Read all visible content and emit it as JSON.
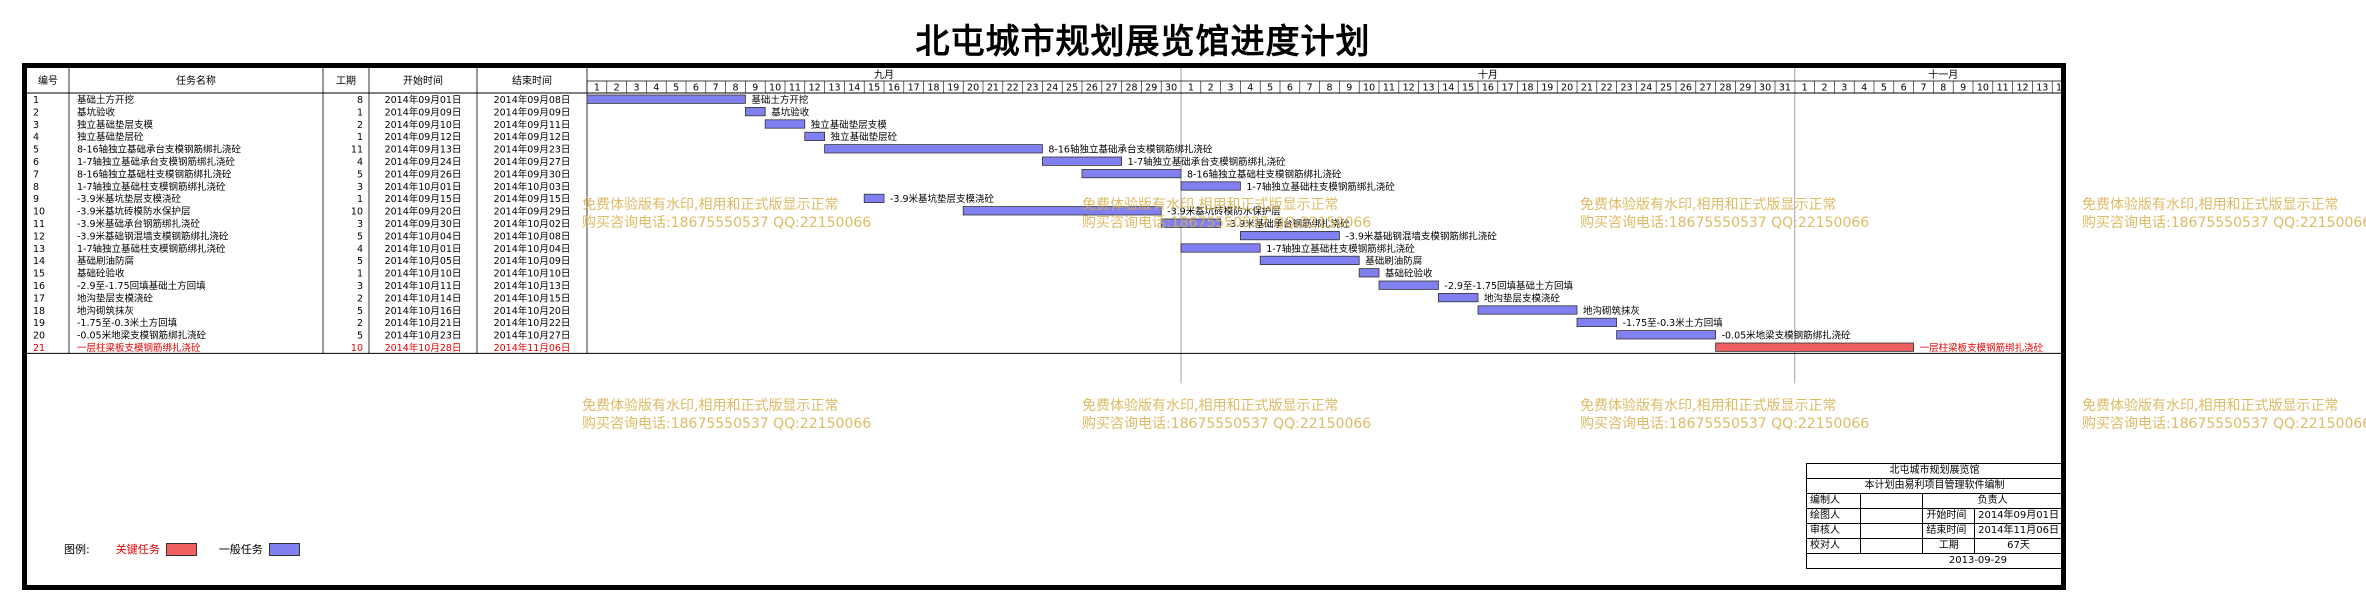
{
  "title": "北屯城市规划展览馆进度计划",
  "table": {
    "headers": [
      "编号",
      "任务名称",
      "工期",
      "开始时间",
      "结束时间"
    ],
    "rows": [
      {
        "id": "1",
        "name": "基础土方开挖",
        "days": "8",
        "start": "2014年09月01日",
        "end": "2014年09月08日",
        "critical": false
      },
      {
        "id": "2",
        "name": "基坑验收",
        "days": "1",
        "start": "2014年09月09日",
        "end": "2014年09月09日",
        "critical": false
      },
      {
        "id": "3",
        "name": "独立基础垫层支模",
        "days": "2",
        "start": "2014年09月10日",
        "end": "2014年09月11日",
        "critical": false
      },
      {
        "id": "4",
        "name": "独立基础垫层砼",
        "days": "1",
        "start": "2014年09月12日",
        "end": "2014年09月12日",
        "critical": false
      },
      {
        "id": "5",
        "name": "8-16轴独立基础承台支模钢筋绑扎浇砼",
        "days": "11",
        "start": "2014年09月13日",
        "end": "2014年09月23日",
        "critical": false
      },
      {
        "id": "6",
        "name": "1-7轴独立基础承台支模钢筋绑扎浇砼",
        "days": "4",
        "start": "2014年09月24日",
        "end": "2014年09月27日",
        "critical": false
      },
      {
        "id": "7",
        "name": "8-16轴独立基础柱支模钢筋绑扎浇砼",
        "days": "5",
        "start": "2014年09月26日",
        "end": "2014年09月30日",
        "critical": false
      },
      {
        "id": "8",
        "name": "1-7轴独立基础柱支模钢筋绑扎浇砼",
        "days": "3",
        "start": "2014年10月01日",
        "end": "2014年10月03日",
        "critical": false
      },
      {
        "id": "9",
        "name": "-3.9米基坑垫层支模浇砼",
        "days": "1",
        "start": "2014年09月15日",
        "end": "2014年09月15日",
        "critical": false
      },
      {
        "id": "10",
        "name": "-3.9米基坑砖模防水保护层",
        "days": "10",
        "start": "2014年09月20日",
        "end": "2014年09月29日",
        "critical": false
      },
      {
        "id": "11",
        "name": "-3.9米基础承台钢筋绑扎浇砼",
        "days": "3",
        "start": "2014年09月30日",
        "end": "2014年10月02日",
        "critical": false
      },
      {
        "id": "12",
        "name": "-3.9米基础钢混墙支模钢筋绑扎浇砼",
        "days": "5",
        "start": "2014年10月04日",
        "end": "2014年10月08日",
        "critical": false
      },
      {
        "id": "13",
        "name": "1-7轴独立基础柱支模钢筋绑扎浇砼",
        "days": "4",
        "start": "2014年10月01日",
        "end": "2014年10月04日",
        "critical": false
      },
      {
        "id": "14",
        "name": "基础刷油防腐",
        "days": "5",
        "start": "2014年10月05日",
        "end": "2014年10月09日",
        "critical": false
      },
      {
        "id": "15",
        "name": "基础砼验收",
        "days": "1",
        "start": "2014年10月10日",
        "end": "2014年10月10日",
        "critical": false
      },
      {
        "id": "16",
        "name": "-2.9至-1.75回填基础土方回填",
        "days": "3",
        "start": "2014年10月11日",
        "end": "2014年10月13日",
        "critical": false
      },
      {
        "id": "17",
        "name": "地沟垫层支模浇砼",
        "days": "2",
        "start": "2014年10月14日",
        "end": "2014年10月15日",
        "critical": false
      },
      {
        "id": "18",
        "name": "地沟砌筑抹灰",
        "days": "5",
        "start": "2014年10月16日",
        "end": "2014年10月20日",
        "critical": false
      },
      {
        "id": "19",
        "name": "-1.75至-0.3米土方回填",
        "days": "2",
        "start": "2014年10月21日",
        "end": "2014年10月22日",
        "critical": false
      },
      {
        "id": "20",
        "name": "-0.05米地梁支模钢筋绑扎浇砼",
        "days": "5",
        "start": "2014年10月23日",
        "end": "2014年10月27日",
        "critical": false
      },
      {
        "id": "21",
        "name": "一层柱梁板支模钢筋绑扎浇砼",
        "days": "10",
        "start": "2014年10月28日",
        "end": "2014年11月06日",
        "critical": true
      }
    ]
  },
  "timeline": {
    "months": [
      {
        "label": "九月",
        "days": 30
      },
      {
        "label": "十月",
        "days": 31
      },
      {
        "label": "十一月",
        "days": 15
      }
    ]
  },
  "legend": {
    "label": "图例:",
    "critical_label": "关键任务",
    "normal_label": "一般任务"
  },
  "watermark": {
    "line1": "免费体验版有水印,相用和正式版显示正常",
    "line2": "购买咨询电话:18675550537 QQ:22150066"
  },
  "info": {
    "company": "北屯城市规划展览馆",
    "software": "本计划由易利项目管理软件编制",
    "drafter_label": "编制人",
    "owner_label": "负责人",
    "drawer_label": "绘图人",
    "start_label": "开始时间",
    "start_value": "2014年09月01日",
    "reviewer_label": "审核人",
    "end_label": "结束时间",
    "end_value": "2014年11月06日",
    "checker_label": "校对人",
    "duration_label": "工期",
    "duration_value": "67天",
    "date": "2013-09-29"
  },
  "colors": {
    "normal_bar": "#8080f0",
    "critical_bar": "#f06060",
    "critical_text": "#e00000",
    "watermark": "#d8b04a"
  }
}
